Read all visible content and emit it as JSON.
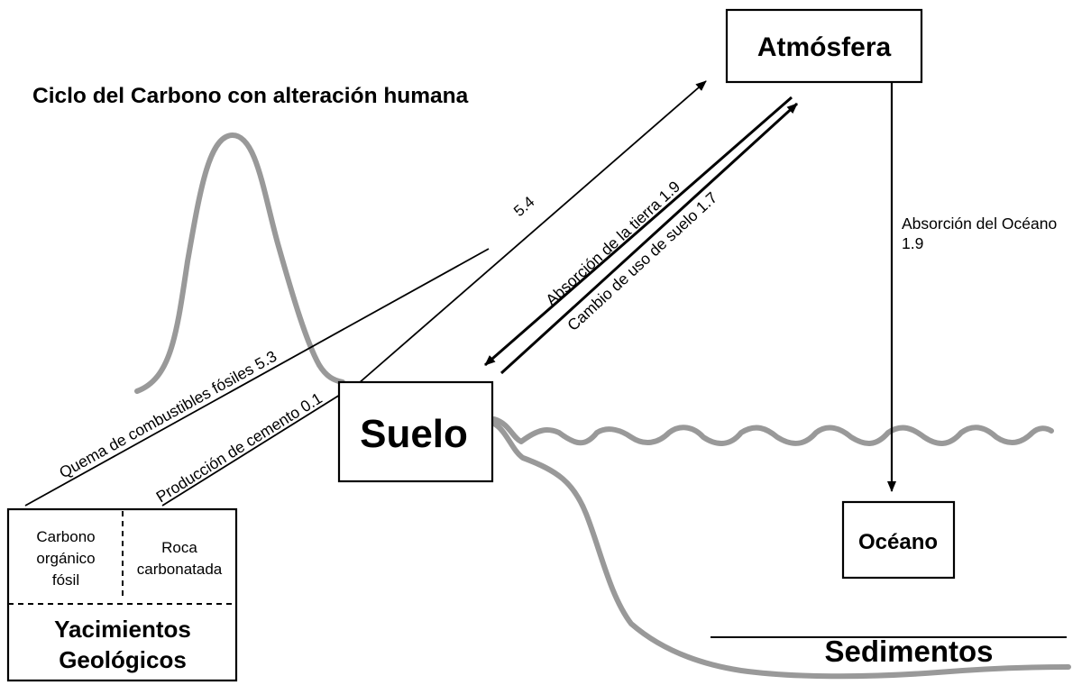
{
  "title": "Ciclo del Carbono con alteración humana",
  "reservoirs": {
    "atmosphere": "Atmósfera",
    "soil": "Suelo",
    "ocean": "Océano",
    "sediments": "Sedimentos",
    "geological_line1": "Yacimientos",
    "geological_line2": "Geológicos",
    "fossil_carbon": [
      "Carbono",
      "orgánico",
      "fósil"
    ],
    "carbonate_rock": [
      "Roca",
      "carbonatada"
    ]
  },
  "flows": {
    "fossil_fuels": "Quema de combustibles fósiles 5.3",
    "cement": "Producción de cemento 0.1",
    "total_emissions": "5.4",
    "land_absorption": "Absorción de la tierra 1.9",
    "land_use_change": "Cambio de uso de suelo 1.7",
    "ocean_absorption_label": "Absorción del Océano",
    "ocean_absorption_value": "1.9"
  }
}
